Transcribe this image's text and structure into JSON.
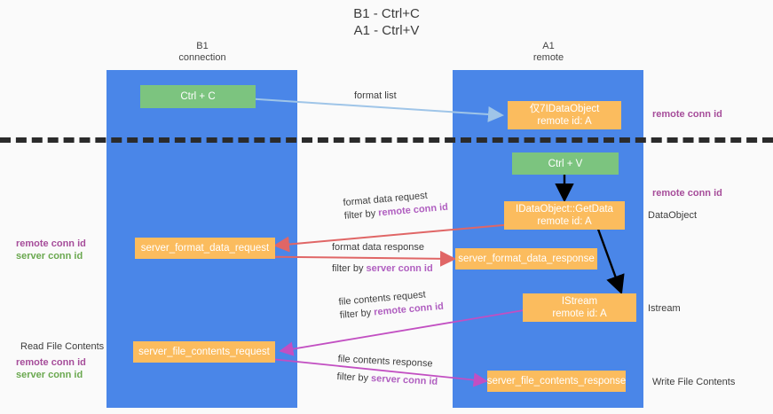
{
  "title": {
    "line1": "B1 - Ctrl+C",
    "line2": "A1 - Ctrl+V"
  },
  "columns": [
    {
      "name": "B1",
      "role": "connection"
    },
    {
      "name": "A1",
      "role": "remote"
    }
  ],
  "colors": {
    "lane": "#4a86e8",
    "green_box": "#7cc47f",
    "orange_box": "#fbbc5e",
    "remote_conn_id": "#a64d9a",
    "server_conn_id": "#6aa84f",
    "inline_conn_id": "#b05fc0",
    "arrow_blue": "#9fc5e8",
    "arrow_red": "#e06666",
    "arrow_magenta": "#c24fc2",
    "arrow_black": "#000000",
    "divider": "#2b2b2b",
    "background": "#fafafa"
  },
  "nodes": {
    "ctrl_c": "Ctrl + C",
    "ctrl_v": "Ctrl + V",
    "idataobject": {
      "line1": "仅7IDataObject",
      "line2": "remote id: A"
    },
    "idataobject_getdata": {
      "line1": "IDataObject::GetData",
      "line2": "remote id: A"
    },
    "istream": {
      "line1": "IStream",
      "line2": "remote id: A"
    },
    "server_format_data_request": "server_format_data_request",
    "server_format_data_response": "server_format_data_response",
    "server_file_contents_request": "server_file_contents_request",
    "server_file_contents_response": "server_file_contents_response"
  },
  "edges": {
    "format_list": "format list",
    "format_data_request": "format data request",
    "format_data_request_filter_prefix": "filter by ",
    "format_data_request_filter_value": "remote conn id",
    "format_data_response": "format data response",
    "format_data_response_filter_prefix": "filter by ",
    "format_data_response_filter_value": "server conn id",
    "file_contents_request": "file contents request",
    "file_contents_request_filter_prefix": "filter by ",
    "file_contents_request_filter_value": "remote conn id",
    "file_contents_response": "file contents response",
    "file_contents_response_filter_prefix": "filter by ",
    "file_contents_response_filter_value": "server conn id"
  },
  "annotations": {
    "right_remote_conn_id_top": "remote conn id",
    "right_remote_conn_id_mid": "remote conn id",
    "right_dataobject": "DataObject",
    "right_istream": "Istream",
    "right_write_file_contents": "Write File Contents",
    "left_remote_conn_id": "remote conn id",
    "left_server_conn_id": "server conn id",
    "left_read_file_contents": "Read File Contents",
    "left_remote_conn_id_2": "remote conn id",
    "left_server_conn_id_2": "server conn id"
  }
}
